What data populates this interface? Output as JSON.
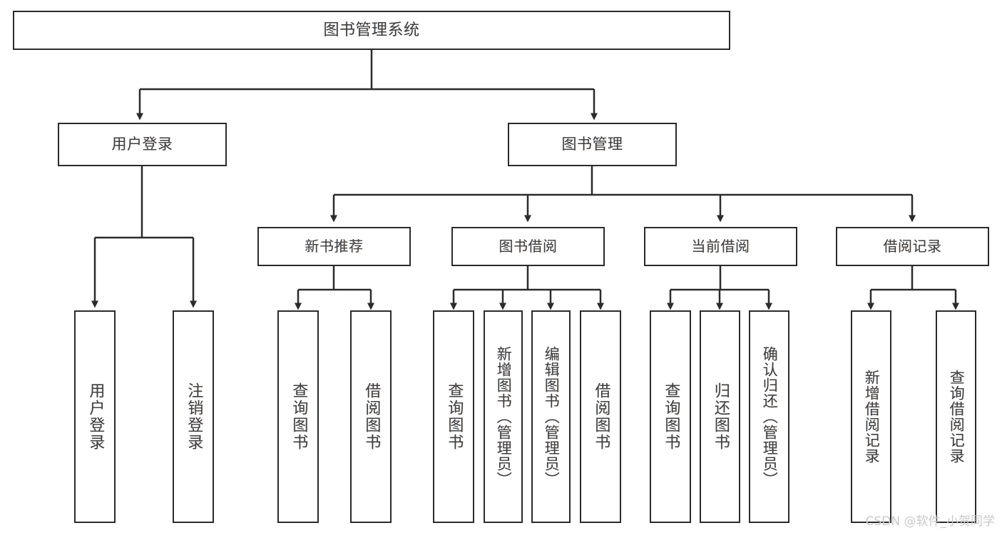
{
  "diagram": {
    "type": "tree-hierarchy",
    "title": "图书管理系统",
    "watermark": "CSDN @软件_小贺同学",
    "colors": {
      "border": "#2b2b2b",
      "text": "#3f3f3f",
      "background": "#ffffff",
      "connector": "#2b2b2b",
      "watermark": "#c9c9c9"
    },
    "nodes": {
      "root": {
        "label": "图书管理系统"
      },
      "level2": [
        {
          "label": "用户登录"
        },
        {
          "label": "图书管理"
        }
      ],
      "level3": [
        {
          "label": "新书推荐"
        },
        {
          "label": "图书借阅"
        },
        {
          "label": "当前借阅"
        },
        {
          "label": "借阅记录"
        }
      ],
      "leaves": {
        "user_login": [
          {
            "label": "用户登录"
          },
          {
            "label": "注销登录"
          }
        ],
        "new_book": [
          {
            "label": "查询图书"
          },
          {
            "label": "借阅图书"
          }
        ],
        "book_borrow": [
          {
            "label": "查询图书"
          },
          {
            "label": "新增图书（管理员）"
          },
          {
            "label": "编辑图书（管理员）"
          },
          {
            "label": "借阅图书"
          }
        ],
        "current_borrow": [
          {
            "label": "查询图书"
          },
          {
            "label": "归还图书"
          },
          {
            "label": "确认归还（管理员）"
          }
        ],
        "borrow_record": [
          {
            "label": "新增借阅记录"
          },
          {
            "label": "查询借阅记录"
          }
        ]
      }
    }
  }
}
